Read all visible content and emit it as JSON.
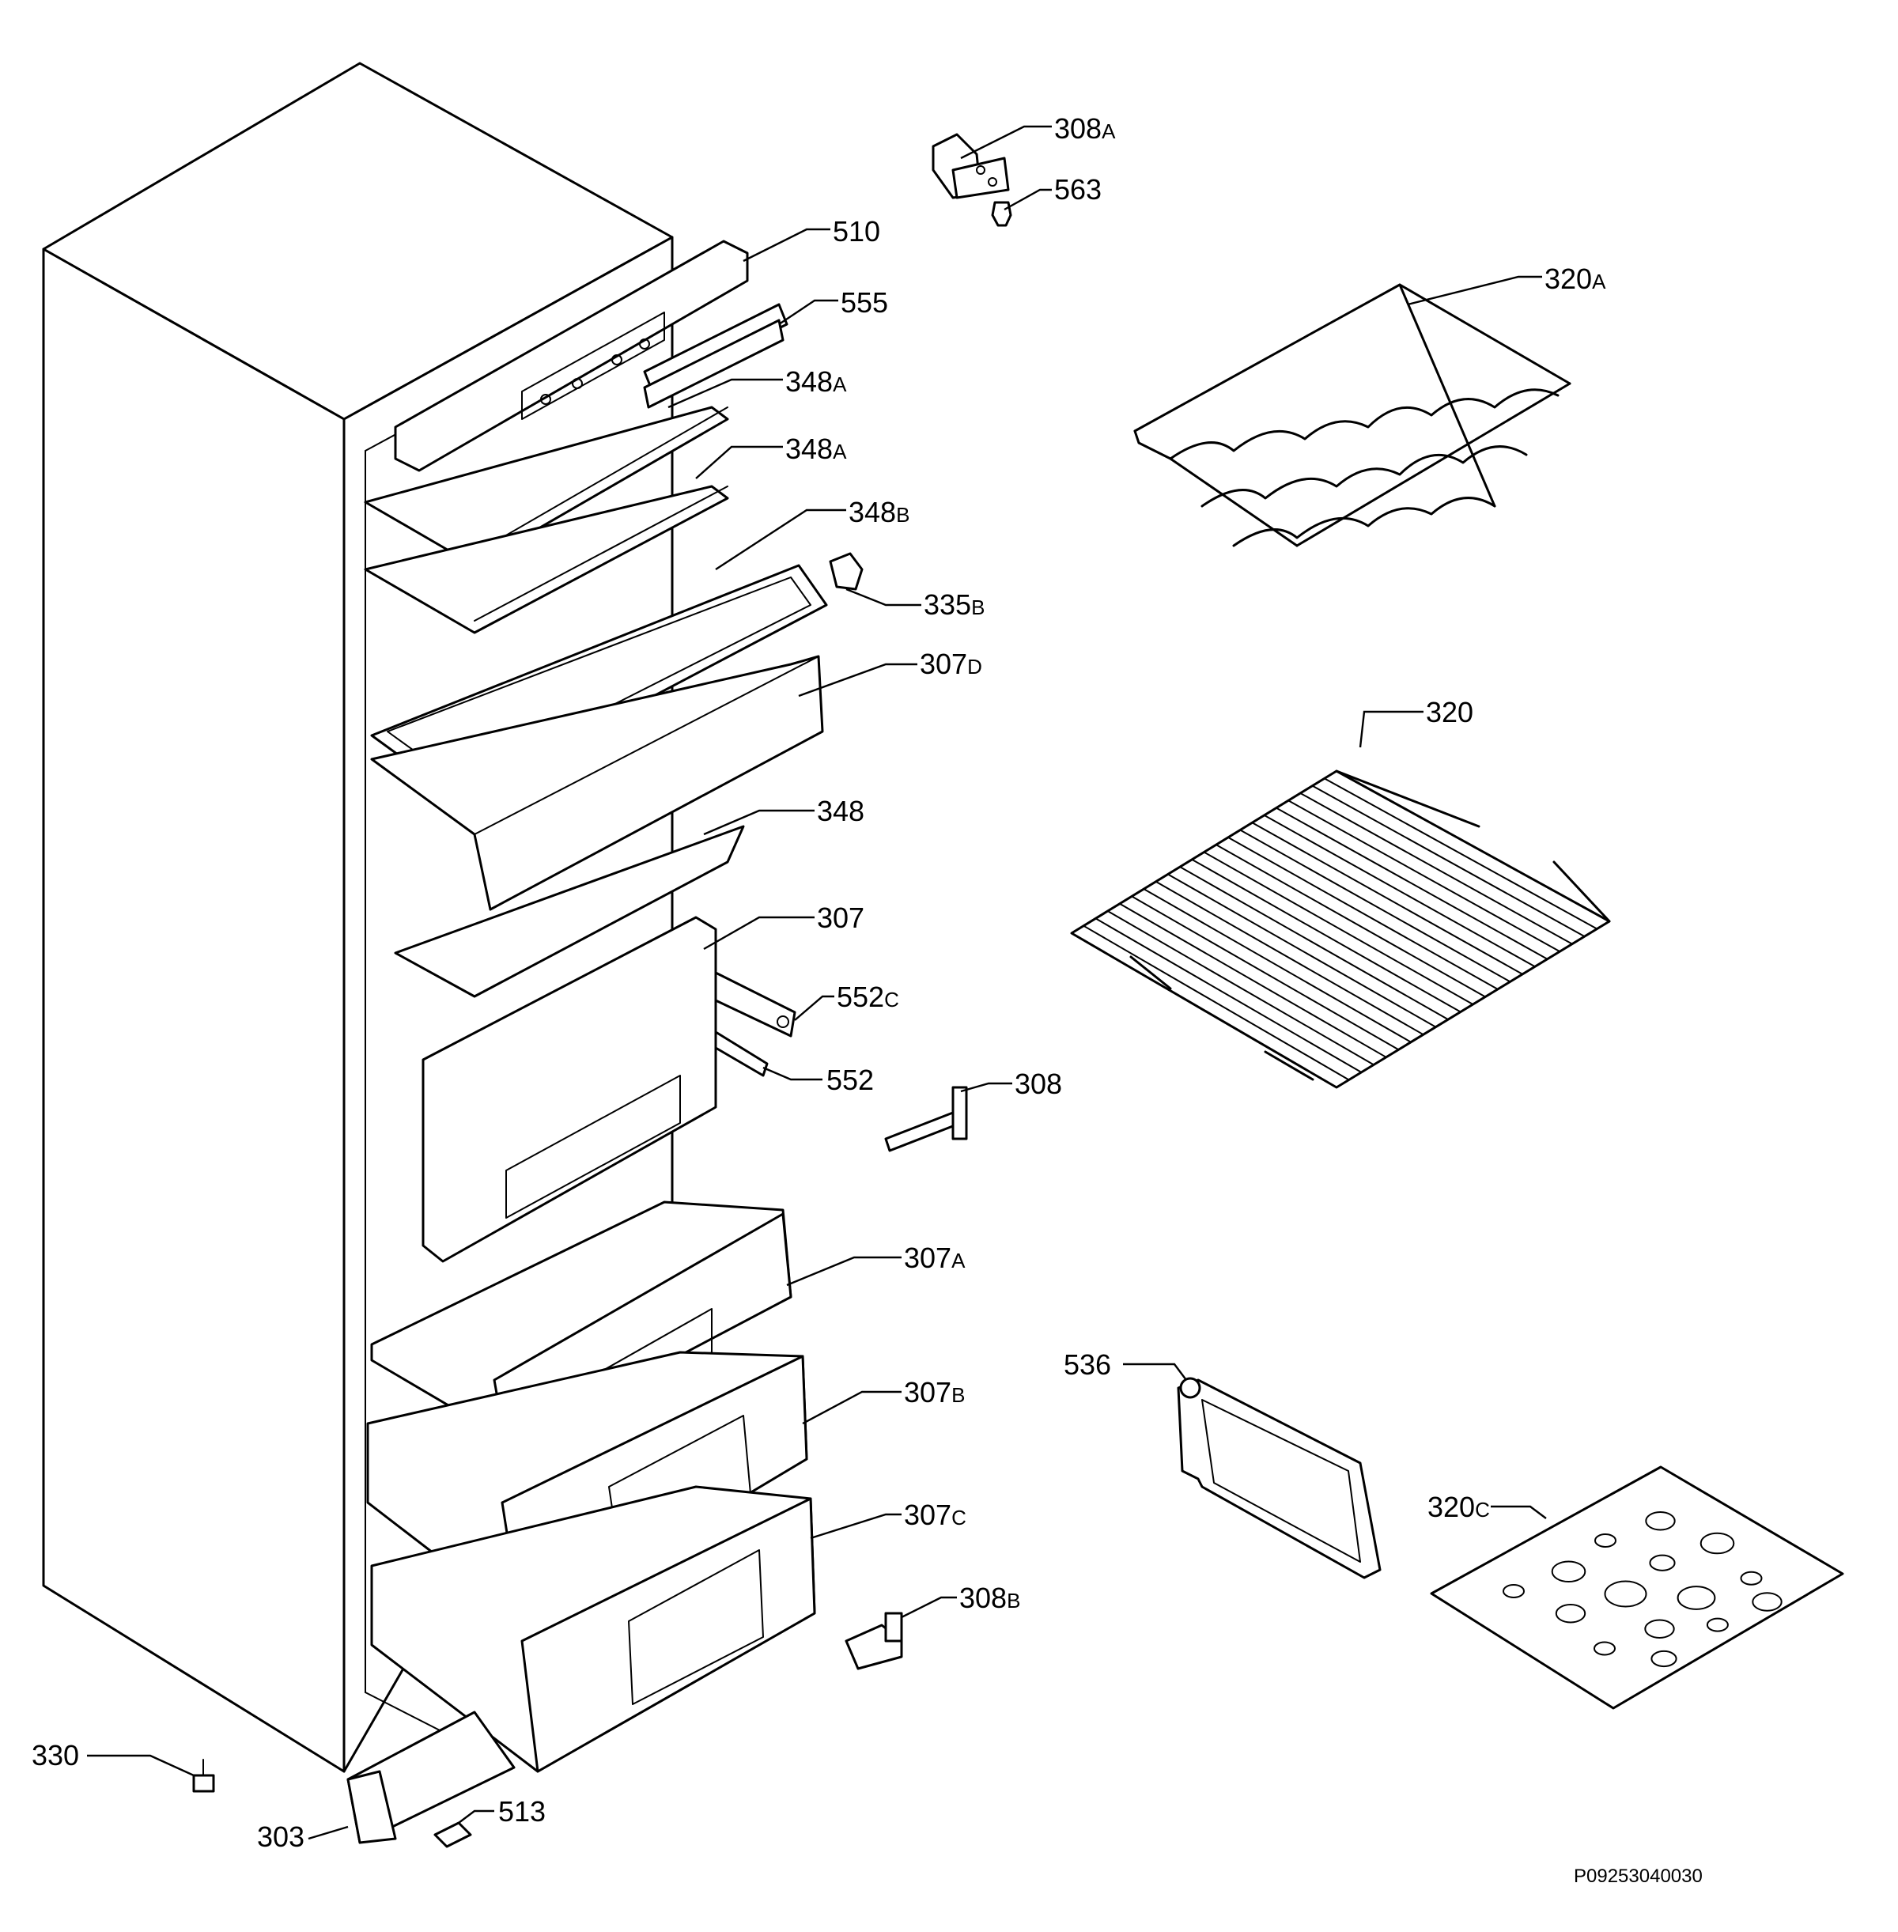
{
  "drawing_code": "P09253040030",
  "callouts": {
    "c308A": {
      "num": "308",
      "suffix": "A"
    },
    "c563": {
      "num": "563",
      "suffix": ""
    },
    "c510": {
      "num": "510",
      "suffix": ""
    },
    "c555": {
      "num": "555",
      "suffix": ""
    },
    "c320A": {
      "num": "320",
      "suffix": "A"
    },
    "c348A1": {
      "num": "348",
      "suffix": "A"
    },
    "c348A2": {
      "num": "348",
      "suffix": "A"
    },
    "c348B": {
      "num": "348",
      "suffix": "B"
    },
    "c335B": {
      "num": "335",
      "suffix": "B"
    },
    "c307D": {
      "num": "307",
      "suffix": "D"
    },
    "c320": {
      "num": "320",
      "suffix": ""
    },
    "c348": {
      "num": "348",
      "suffix": ""
    },
    "c307": {
      "num": "307",
      "suffix": ""
    },
    "c552C": {
      "num": "552",
      "suffix": "C"
    },
    "c552": {
      "num": "552",
      "suffix": ""
    },
    "c308": {
      "num": "308",
      "suffix": ""
    },
    "c307A": {
      "num": "307",
      "suffix": "A"
    },
    "c536": {
      "num": "536",
      "suffix": ""
    },
    "c307B": {
      "num": "307",
      "suffix": "B"
    },
    "c320C": {
      "num": "320",
      "suffix": "C"
    },
    "c307C": {
      "num": "307",
      "suffix": "C"
    },
    "c308B": {
      "num": "308",
      "suffix": "B"
    },
    "c330": {
      "num": "330",
      "suffix": ""
    },
    "c303": {
      "num": "303",
      "suffix": ""
    },
    "c513": {
      "num": "513",
      "suffix": ""
    }
  }
}
